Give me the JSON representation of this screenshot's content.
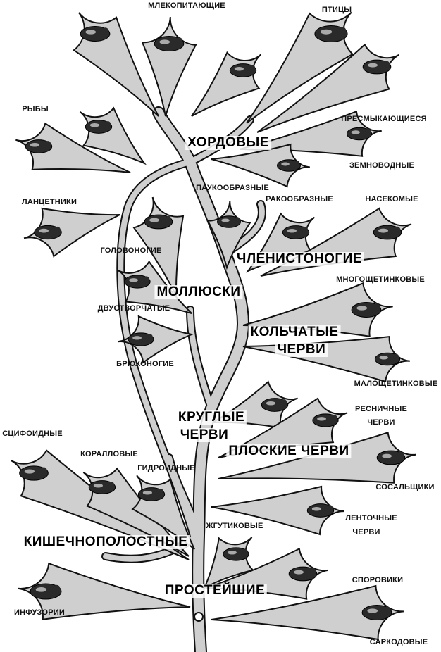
{
  "groups": {
    "chordates": "ХОРДОВЫЕ",
    "arthropods": "ЧЛЕНИСТОНОГИЕ",
    "molluscs": "МОЛЛЮСКИ",
    "annelids_1": "КОЛЬЧАТЫЕ",
    "annelids_2": "ЧЕРВИ",
    "roundworms_1": "КРУГЛЫЕ",
    "roundworms_2": "ЧЕРВИ",
    "flatworms": "ПЛОСКИЕ ЧЕРВИ",
    "coelenterates": "КИШЕЧНОПОЛОСТНЫЕ",
    "protozoa": "ПРОСТЕЙШИЕ"
  },
  "classes": {
    "mammals": "МЛЕКОПИТАЮЩИЕ",
    "birds": "ПТИЦЫ",
    "reptiles": "ПРЕСМЫКАЮЩИЕСЯ",
    "fishes": "РЫБЫ",
    "amphibians": "ЗЕМНОВОДНЫЕ",
    "lancelets": "ЛАНЦЕТНИКИ",
    "arachnids": "ПАУКООБРАЗНЫЕ",
    "crustaceans": "РАКООБРАЗНЫЕ",
    "insects": "НАСЕКОМЫЕ",
    "cephalopods": "ГОЛОВОНОГИЕ",
    "polychaetes": "МНОГОЩЕТИНКОВЫЕ",
    "bivalves": "ДВУСТВОРЧАТЫЕ",
    "gastropods": "БРЮХОНОГИЕ",
    "oligochaetes": "МАЛОЩЕТИНКОВЫЕ",
    "turbellaria_1": "РЕСНИЧНЫЕ",
    "turbellaria_2": "ЧЕРВИ",
    "scyphozoa": "СЦИФОИДНЫЕ",
    "corals": "КОРАЛЛОВЫЕ",
    "hydrozoa": "ГИДРОИДНЫЕ",
    "flukes": "СОСАЛЬЩИКИ",
    "tapeworms_1": "ЛЕНТОЧНЫЕ",
    "tapeworms_2": "ЧЕРВИ",
    "flagellates": "ЖГУТИКОВЫЕ",
    "sporozoa": "СПОРОВИКИ",
    "ciliates": "ИНФУЗОРИИ",
    "sarcodina": "САРКОДОВЫЕ"
  },
  "colors": {
    "bubble": "#cfcfcf",
    "outline": "#111111",
    "organism": "#2a2a2a"
  }
}
